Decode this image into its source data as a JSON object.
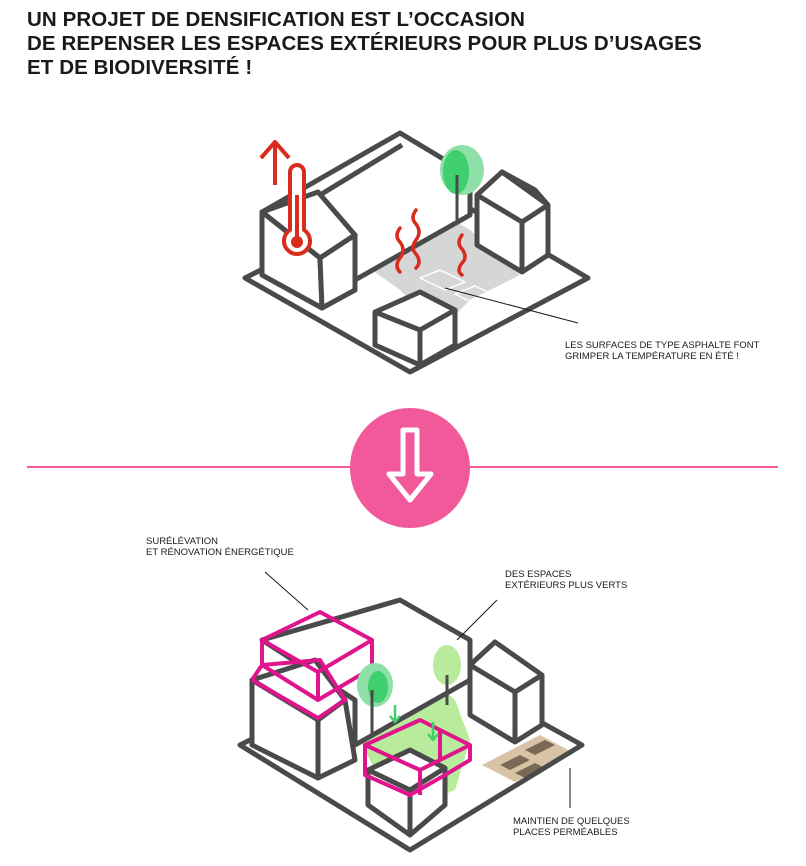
{
  "title": {
    "line1": "UN PROJET DE DENSIFICATION EST L’OCCASION",
    "line2": "DE REPENSER LES ESPACES EXTÉRIEURS POUR PLUS D’USAGES",
    "line3": "ET DE BIODIVERSITÉ !"
  },
  "before": {
    "annotation_line1": "LES SURFACES DE TYPE ASPHALTE FONT",
    "annotation_line2": "GRIMPER LA TEMPÉRATURE EN ÉTÉ !"
  },
  "after": {
    "annotation1_line1": "SURÉLÉVATION",
    "annotation1_line2": "ET RÉNOVATION ÉNERGÉTIQUE",
    "annotation2_line1": "DES ESPACES",
    "annotation2_line2": "EXTÉRIEURS PLUS VERTS",
    "annotation3_line1": "MAINTIEN DE QUELQUES",
    "annotation3_line2": "PLACES PERMÉABLES"
  },
  "colors": {
    "accent_pink": "#f2599b",
    "magenta": "#e0148c",
    "heat_red": "#d92b1e",
    "outline": "#4a4a4a",
    "asphalt": "#d6d6d6",
    "green_light": "#b9eb9c",
    "tree_green": "#3fcf6e",
    "permeable": "#d9c3a5"
  }
}
